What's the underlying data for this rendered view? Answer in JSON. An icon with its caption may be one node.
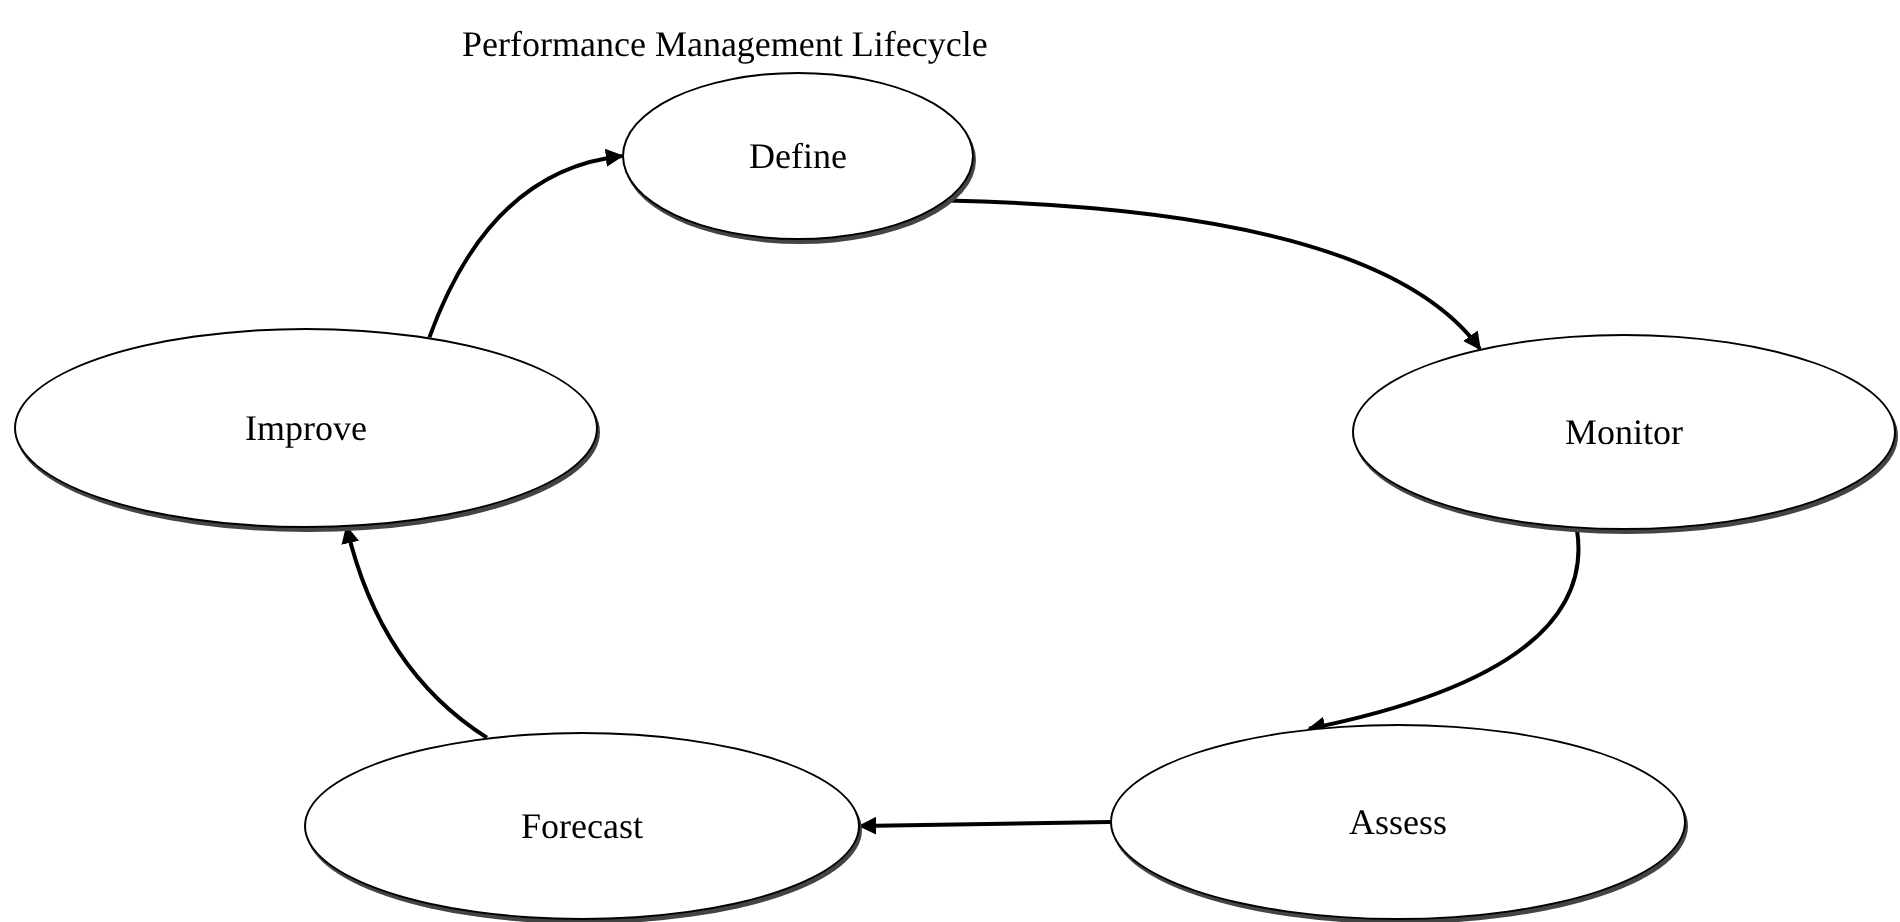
{
  "diagram": {
    "title": "Performance Management Lifecycle",
    "nodes": [
      {
        "text": [
          "Define"
        ]
      },
      {
        "text": [
          "Monitor"
        ]
      },
      {
        "text": [
          "Improve"
        ]
      },
      {
        "text": [
          "Forecast"
        ]
      },
      {
        "text": [
          "Assess"
        ]
      }
    ],
    "edges": [
      {
        "from": 2,
        "to": 0,
        "arrow": "to"
      },
      {
        "from": 0,
        "to": 1,
        "arrow": "to"
      },
      {
        "from": 1,
        "to": 4,
        "arrow": "to"
      },
      {
        "from": 4,
        "to": 3,
        "arrow": "to"
      },
      {
        "from": 3,
        "to": 2,
        "arrow": "to"
      }
    ]
  }
}
